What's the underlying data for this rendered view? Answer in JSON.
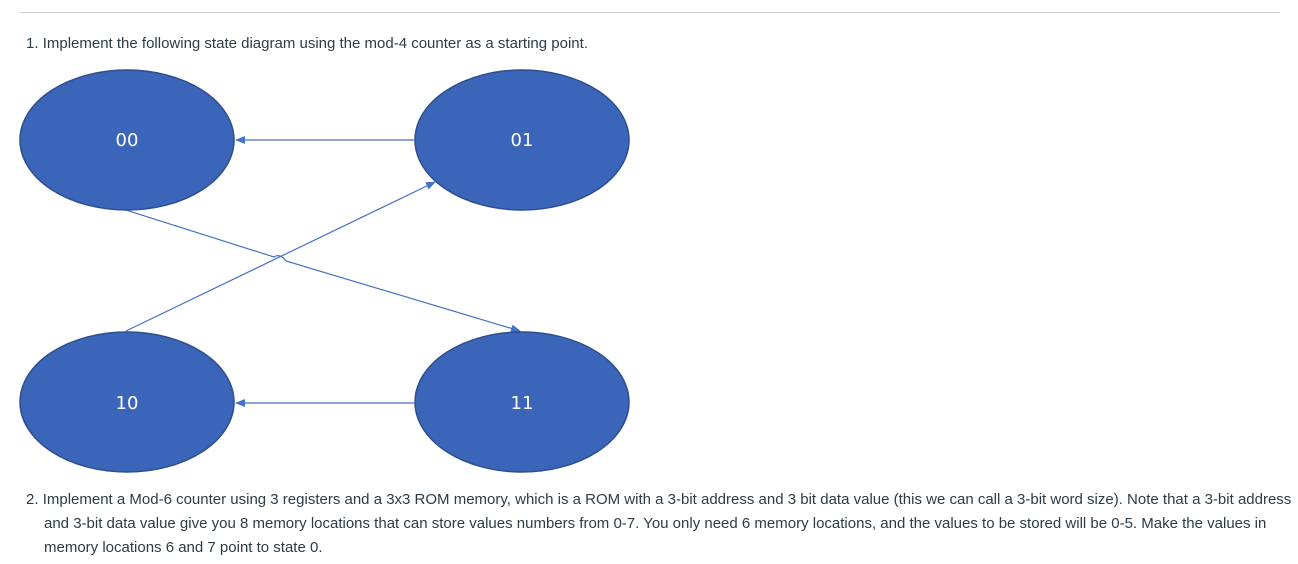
{
  "questions": [
    {
      "number": "1.",
      "text": "Implement the following state diagram using the mod-4 counter as a starting point."
    },
    {
      "number": "2.",
      "text": "Implement a Mod-6 counter using 3 registers and a 3x3 ROM memory, which is a ROM with a 3-bit address and 3 bit data value (this we can call a 3-bit word size).  Note that a 3-bit address and 3-bit data value give you 8 memory locations that can store values numbers from 0-7.  You only need 6 memory locations, and the values to be stored will be 0-5.  Make the values in memory locations 6 and 7 point to state 0."
    }
  ],
  "diagram": {
    "states": {
      "s00": "00",
      "s01": "01",
      "s10": "10",
      "s11": "11"
    },
    "transitions": [
      {
        "from": "01",
        "to": "00"
      },
      {
        "from": "00",
        "to": "11"
      },
      {
        "from": "11",
        "to": "10"
      },
      {
        "from": "10",
        "to": "01"
      }
    ],
    "colors": {
      "state_fill": "#3b65b9",
      "state_stroke": "#2e4f8f",
      "arrow": "#4472c4",
      "label": "#ffffff"
    }
  }
}
